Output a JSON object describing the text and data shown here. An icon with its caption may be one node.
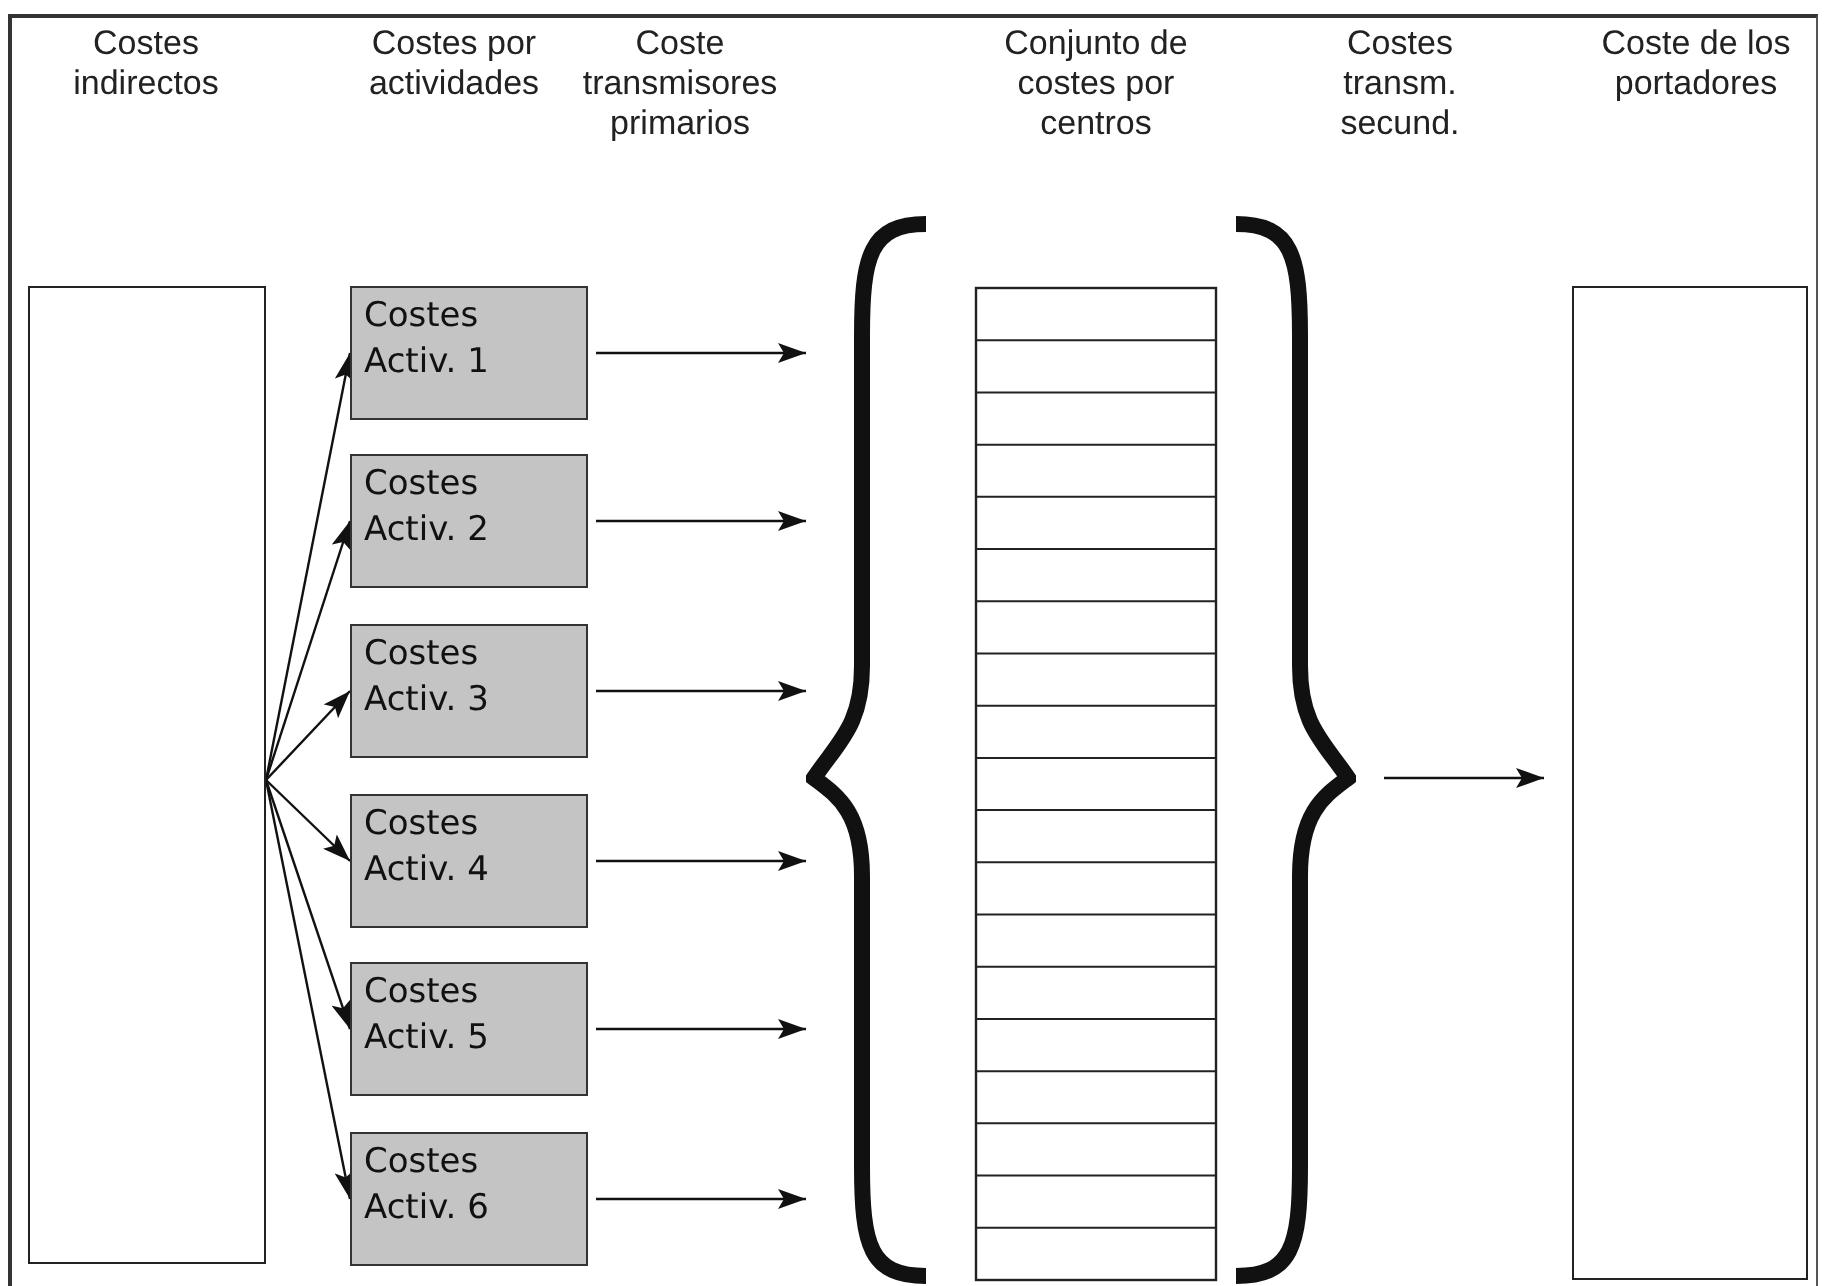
{
  "diagram": {
    "nodes": [
      {
        "text": [],
        "shape": "box"
      },
      {
        "text": [
          "Costes Activ. 1"
        ]
      },
      {
        "text": [
          "Costes Activ. 2"
        ]
      },
      {
        "text": [
          "Costes Activ. 3"
        ]
      },
      {
        "text": [
          "Costes Activ. 4"
        ]
      },
      {
        "text": [
          "Costes Activ. 5"
        ]
      },
      {
        "text": [
          "Costes Activ. 6"
        ]
      },
      {
        "text": [],
        "shape": "box"
      },
      {
        "text": [],
        "shape": "box"
      }
    ],
    "edges": [
      {
        "from": 0,
        "to": 1,
        "arrow": "to"
      },
      {
        "from": 0,
        "to": 2,
        "arrow": "to"
      },
      {
        "from": 0,
        "to": 3,
        "arrow": "to"
      },
      {
        "from": 0,
        "to": 4,
        "arrow": "to"
      },
      {
        "from": 0,
        "to": 5,
        "arrow": "to"
      },
      {
        "from": 0,
        "to": 6,
        "arrow": "to"
      },
      {
        "from": 1,
        "to": 7,
        "arrow": "to"
      },
      {
        "from": 2,
        "to": 7,
        "arrow": "to"
      },
      {
        "from": 3,
        "to": 7,
        "arrow": "to"
      },
      {
        "from": 4,
        "to": 7,
        "arrow": "to"
      },
      {
        "from": 5,
        "to": 7,
        "arrow": "to"
      },
      {
        "from": 6,
        "to": 7,
        "arrow": "to"
      },
      {
        "from": 7,
        "to": 8,
        "arrow": "to"
      }
    ],
    "labels": [
      "Costes indirectos",
      "Costes por actividades",
      "Coste transmisores primarios",
      "Conjunto de costes por centros",
      "Costes transm. secund.",
      "Coste de los portadores"
    ]
  }
}
